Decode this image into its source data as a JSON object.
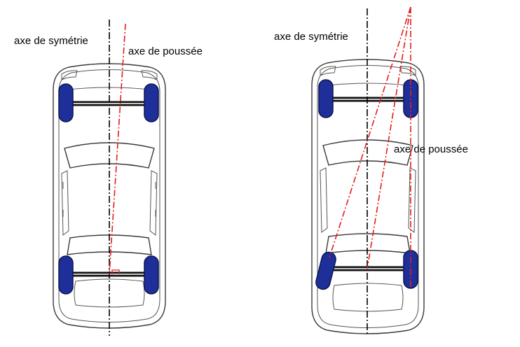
{
  "labels": {
    "symmetry_axis_left": "axe de symétrie",
    "thrust_axis_left": "axe de poussée",
    "symmetry_axis_right": "axe de symétrie",
    "thrust_axis_right": "axe de poussée"
  },
  "colors": {
    "wheel": "#1f2f9a",
    "thrust_axis": "#e0201c",
    "symmetry_axis": "#000000"
  }
}
